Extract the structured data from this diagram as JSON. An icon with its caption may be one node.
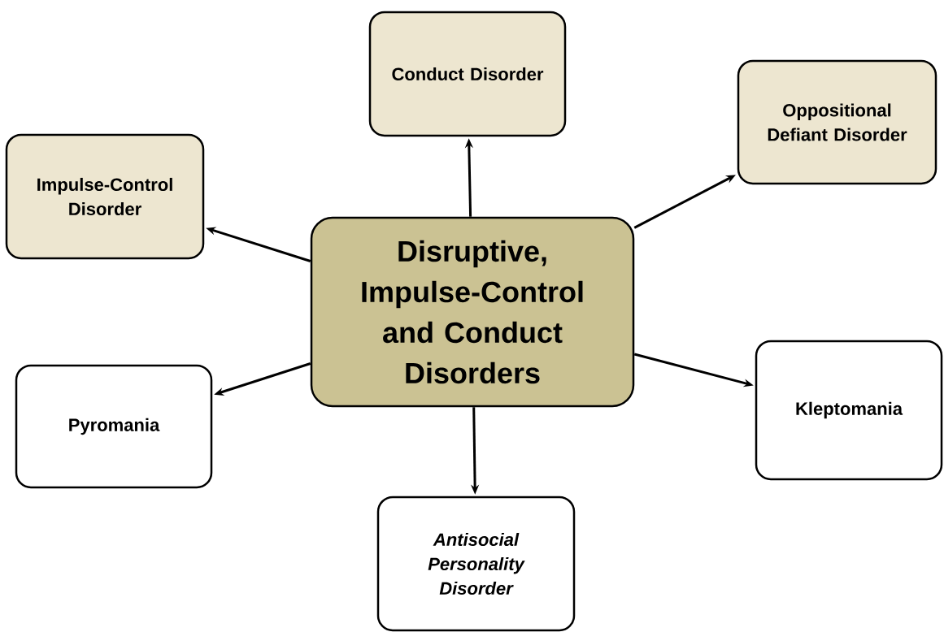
{
  "diagram": {
    "nodes": [
      {
        "text": [
          "Disruptive, Impulse-Control and Conduct Disorders"
        ]
      },
      {
        "text": [
          "Conduct Disorder"
        ]
      },
      {
        "text": [
          "Oppositional Defiant Disorder"
        ]
      },
      {
        "text": [
          "Impulse-Control Disorder"
        ]
      },
      {
        "text": [
          "Pyromania"
        ]
      },
      {
        "text": [
          "Kleptomania"
        ]
      },
      {
        "text": [
          "Antisocial Personality Disorder"
        ]
      }
    ],
    "edges": [
      {
        "from": 0,
        "to": 1,
        "arrow": "to"
      },
      {
        "from": 0,
        "to": 2,
        "arrow": "to"
      },
      {
        "from": 0,
        "to": 3,
        "arrow": "to"
      },
      {
        "from": 0,
        "to": 4,
        "arrow": "to"
      },
      {
        "from": 0,
        "to": 5,
        "arrow": "to"
      },
      {
        "from": 0,
        "to": 6,
        "arrow": "to"
      }
    ]
  }
}
